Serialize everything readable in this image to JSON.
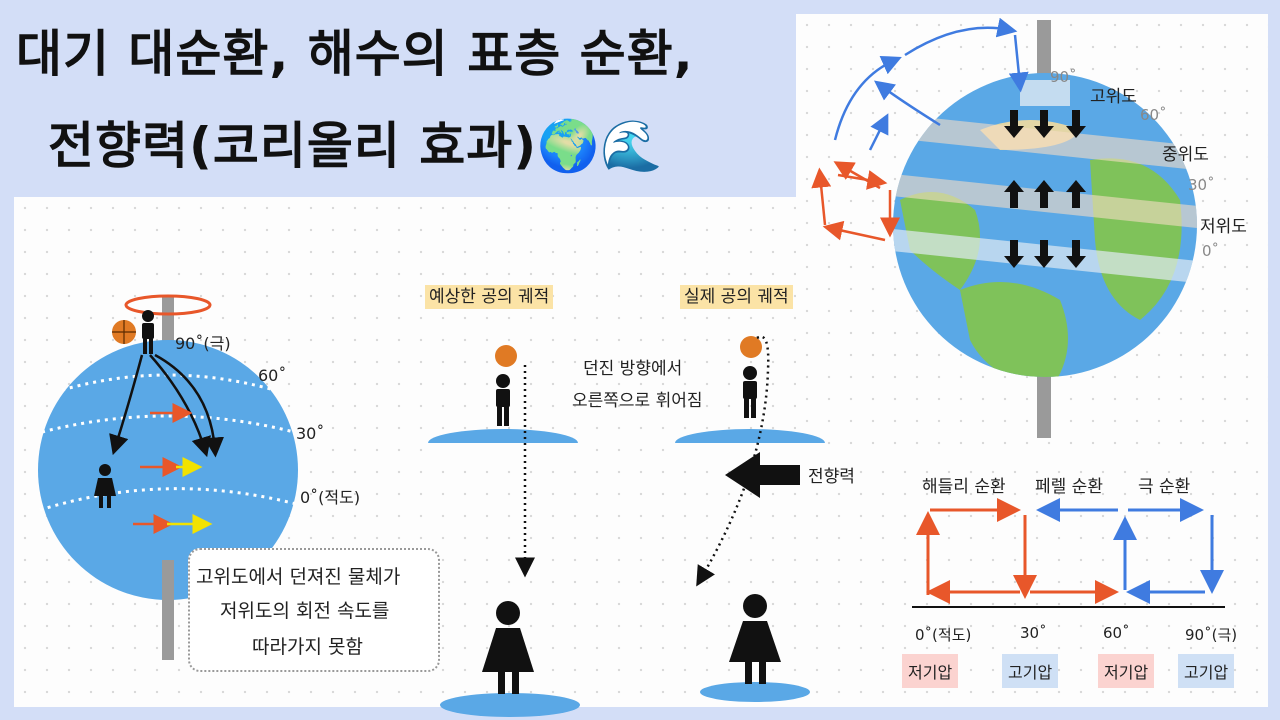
{
  "title": {
    "line1": "대기 대순환, 해수의 표층 순환,",
    "line2": "전향력(코리올리 효과)🌍🌊"
  },
  "left_globe": {
    "lat_labels": [
      "90˚(극)",
      "60˚",
      "30˚",
      "0˚(적도)"
    ],
    "callout": [
      "고위도에서 던져진 물체가",
      "저위도의 회전 속도를",
      "따라가지 못함"
    ]
  },
  "middle": {
    "expected_label": "예상한 공의 궤적",
    "actual_label": "실제 공의 궤적",
    "deflect_note": [
      "던진 방향에서",
      "오른쪽으로 휘어짐"
    ],
    "force_label": "전향력"
  },
  "right_globe": {
    "lat_labels": [
      "90˚",
      "60˚",
      "30˚",
      "0˚"
    ],
    "zone_labels": [
      "고위도",
      "중위도",
      "저위도"
    ]
  },
  "circulation": {
    "cells": [
      "해들리 순환",
      "페렐 순환",
      "극 순환"
    ],
    "axis_labels": [
      "0˚(적도)",
      "30˚",
      "60˚",
      "90˚(극)"
    ],
    "pressure": [
      "저기압",
      "고기압",
      "저기압",
      "고기압"
    ],
    "colors": {
      "warm": "#e8572a",
      "cold": "#3f7be0",
      "low_bg": "#fbd3d0",
      "high_bg": "#cfe0f5"
    }
  }
}
